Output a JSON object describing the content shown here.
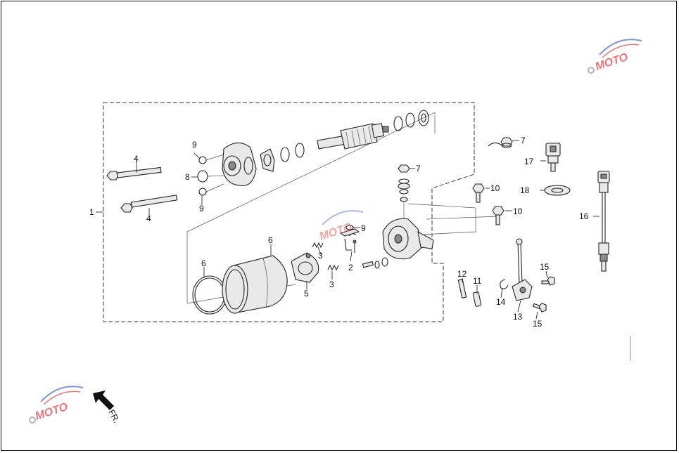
{
  "diagram": {
    "labels": {
      "l1": "1",
      "l2": "2",
      "l3a": "3",
      "l3b": "3",
      "l4a": "4",
      "l4b": "4",
      "l5": "5",
      "l6a": "6",
      "l6b": "6",
      "l7a": "7",
      "l7b": "7",
      "l8": "8",
      "l9a": "9",
      "l9b": "9",
      "l9c": "9",
      "l10a": "10",
      "l10b": "10",
      "l11": "11",
      "l12": "12",
      "l13": "13",
      "l14": "14",
      "l15a": "15",
      "l15b": "15",
      "l16": "16",
      "l17": "17",
      "l18": "18"
    },
    "direction_label": "FR.",
    "watermark": "MOTO"
  },
  "colors": {
    "line": "#222222",
    "watermark_red": "#e04a4a",
    "watermark_blue": "#5a6fd0",
    "watermark_gray": "#9a9a9a"
  }
}
